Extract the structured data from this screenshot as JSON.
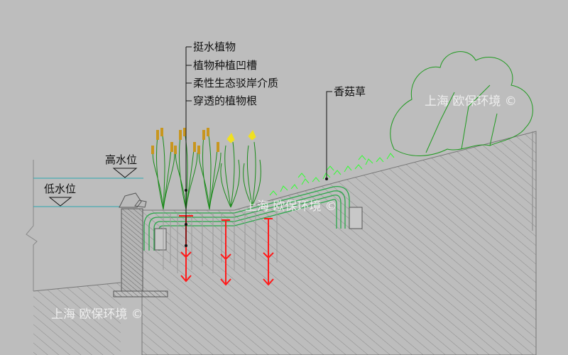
{
  "labels": {
    "emergent_plants": "挺水植物",
    "planting_groove": "植物种植凹槽",
    "bank_medium": "柔性生态驳岸介质",
    "penetrating_roots": "穿透的植物根",
    "hydrocotyle": "香菇草",
    "high_water": "高水位",
    "low_water": "低水位"
  },
  "watermark": {
    "text": "上海 欧保环境",
    "symbol": "©"
  },
  "colors": {
    "background": "#bdbdbd",
    "plant": "#1a8a1a",
    "cattail": "#c8961e",
    "flower": "#f0e020",
    "pipe": "#2aa84a",
    "root_arrow": "#ff1a1a",
    "water_line": "#2aa8b0",
    "grass": "#33ff33",
    "tree": "#1f9a1f"
  }
}
